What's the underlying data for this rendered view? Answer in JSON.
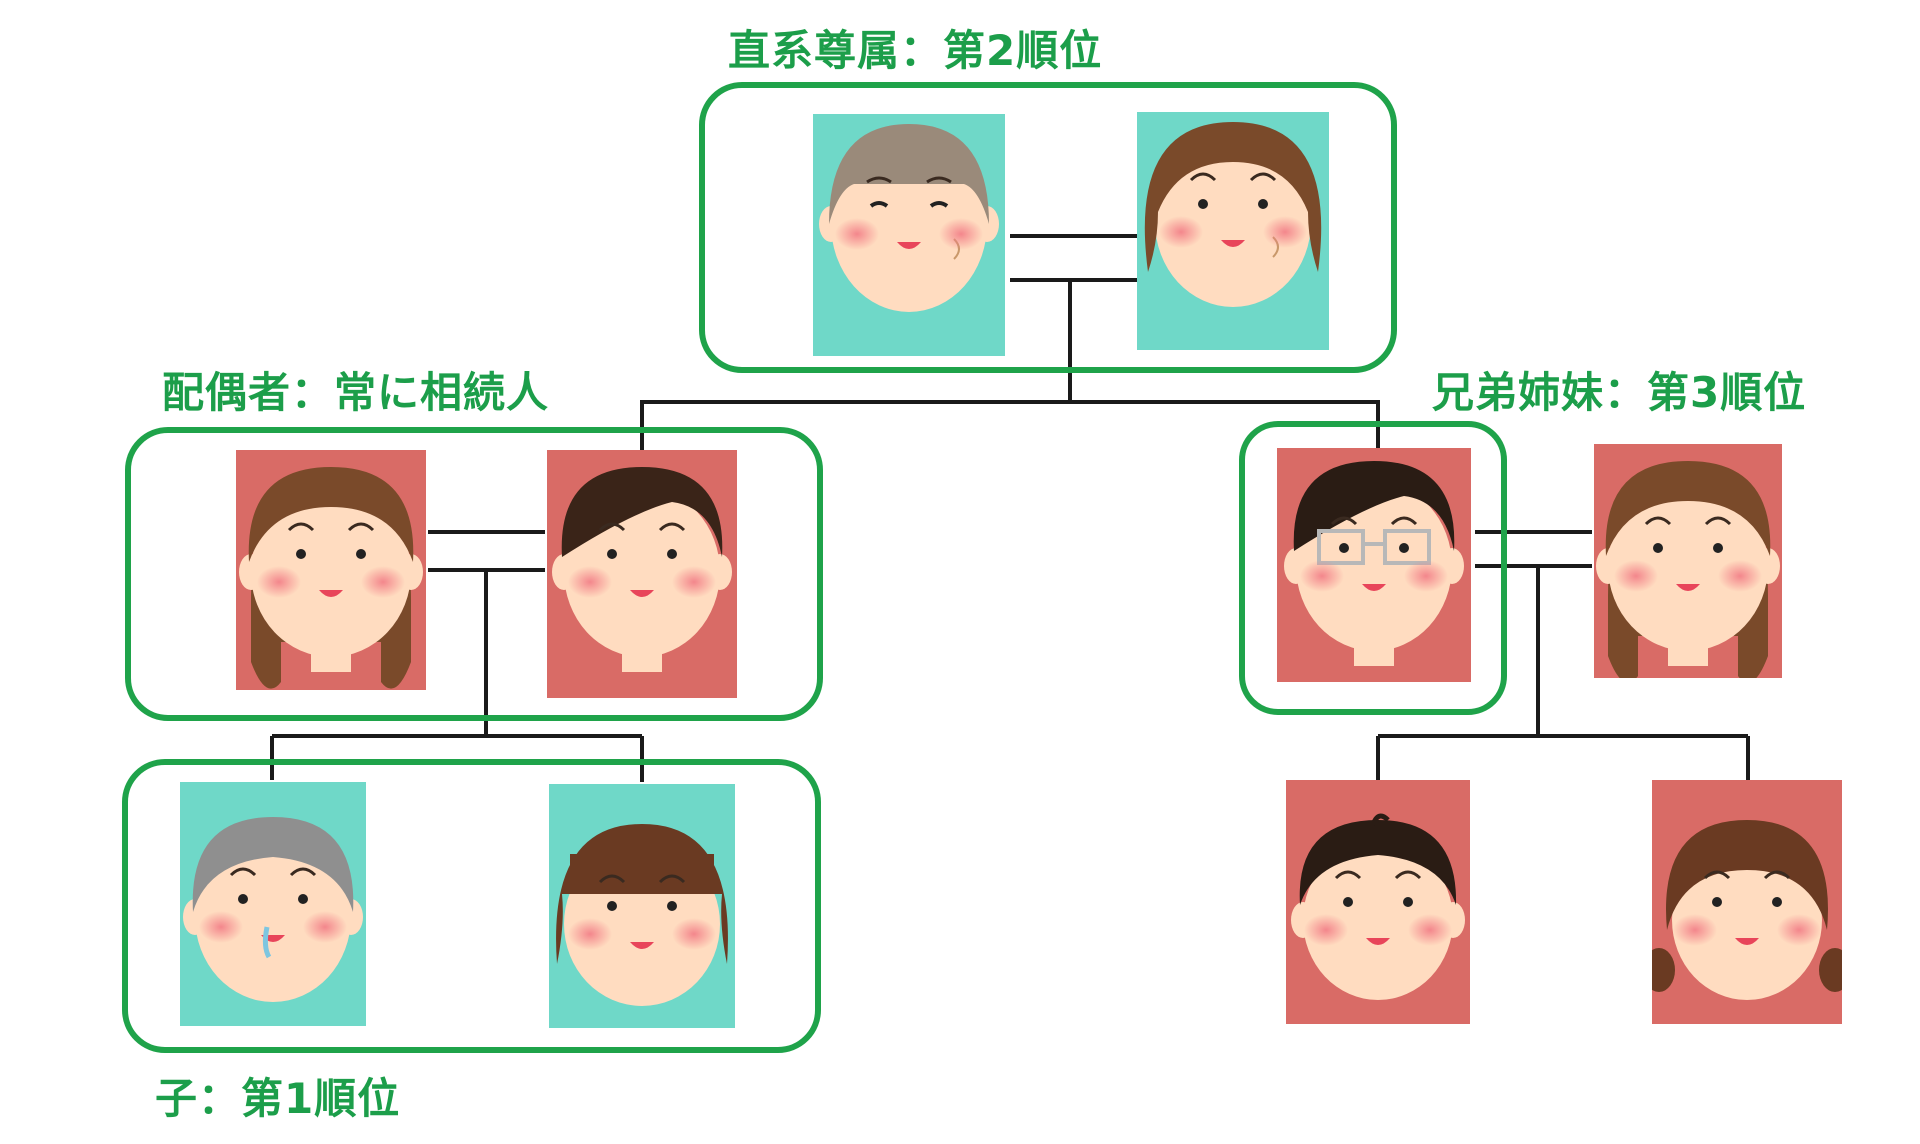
{
  "labels": {
    "ancestors": "直系尊属：第2順位",
    "spouse": "配偶者：常に相続人",
    "siblings": "兄弟姉妹：第3順位",
    "children": "子：第1順位"
  },
  "colors": {
    "group_border": "#1fa34a",
    "label_text": "#1c9e4a",
    "photo_bg_teal": "#6fd8c8",
    "photo_bg_red": "#d96b66",
    "line": "#1a1a1a"
  },
  "people": [
    {
      "id": "grandfather",
      "icon": "grandfather-icon",
      "bg": "teal"
    },
    {
      "id": "grandmother",
      "icon": "grandmother-icon",
      "bg": "teal"
    },
    {
      "id": "spouse-wife",
      "icon": "woman-apron-icon",
      "bg": "red"
    },
    {
      "id": "self-husband",
      "icon": "man-overalls-icon",
      "bg": "red"
    },
    {
      "id": "child-son",
      "icon": "boy-shaved-icon",
      "bg": "teal"
    },
    {
      "id": "child-daughter",
      "icon": "girl-bob-icon",
      "bg": "teal"
    },
    {
      "id": "brother",
      "icon": "man-glasses-tie-icon",
      "bg": "red"
    },
    {
      "id": "sister-in-law",
      "icon": "woman-apron-icon",
      "bg": "red"
    },
    {
      "id": "nephew",
      "icon": "boy-icon",
      "bg": "red"
    },
    {
      "id": "niece",
      "icon": "girl-pigtails-icon",
      "bg": "red"
    }
  ]
}
